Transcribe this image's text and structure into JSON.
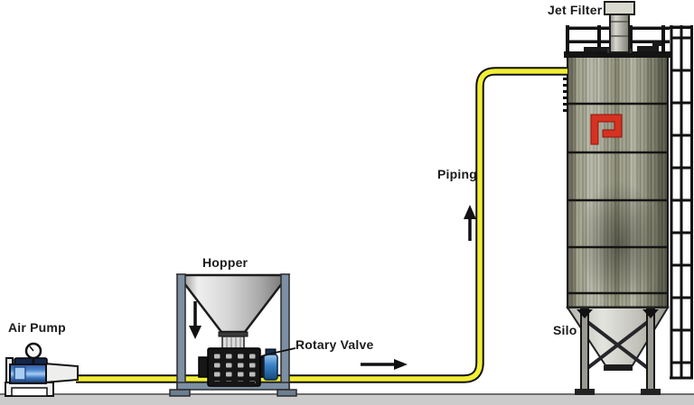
{
  "labels": {
    "air_pump": "Air Pump",
    "hopper": "Hopper",
    "rotary_valve": "Rotary Valve",
    "piping": "Piping",
    "jet_filter": "Jet Filter",
    "silo": "Silo"
  },
  "logo": {
    "letter": "P",
    "color": "#d63222"
  },
  "colors": {
    "pipe_yellow": "#f2ee35",
    "pipe_outline": "#111111",
    "frame_slate": "#7d8fa3",
    "pump_blue": "#3f7fd0",
    "valve_black": "#161616",
    "motor_blue": "#3d86c9",
    "silo_texture_base": "#8f907b",
    "ground_gray": "#cbcbcb",
    "label_text": "#1b1b1b"
  }
}
